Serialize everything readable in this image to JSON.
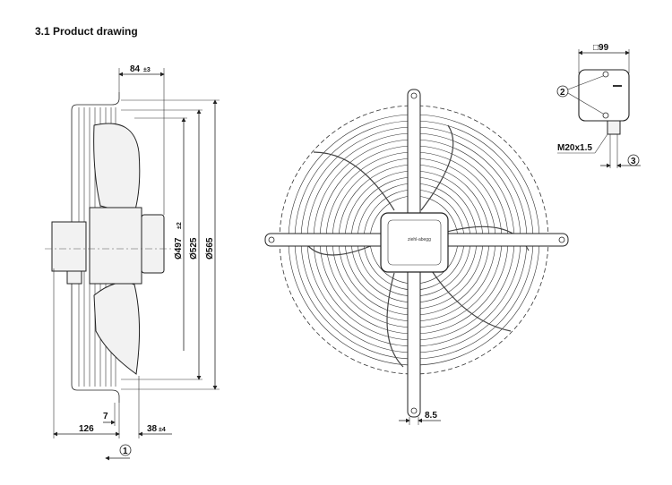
{
  "heading": "3.1 Product drawing",
  "side_view": {
    "dim_axial_offset": "84",
    "dim_axial_offset_tol": "±3",
    "dim_blade_diameter": "Ø497",
    "dim_blade_diameter_tol": "±2",
    "dim_guard_inner": "Ø525",
    "dim_guard_outer": "Ø565",
    "dim_depth": "126",
    "dim_flange": "7",
    "dim_protrusion": "38",
    "dim_protrusion_tol": "±4",
    "callout_airflow": "1"
  },
  "front_view": {
    "dim_slot": "8.5",
    "brand_mark": "ziehl-abegg"
  },
  "terminal_box": {
    "dim_size": "□99",
    "callout_screws": "2",
    "cable_gland": "M20x1.5",
    "callout_cable": "3"
  }
}
